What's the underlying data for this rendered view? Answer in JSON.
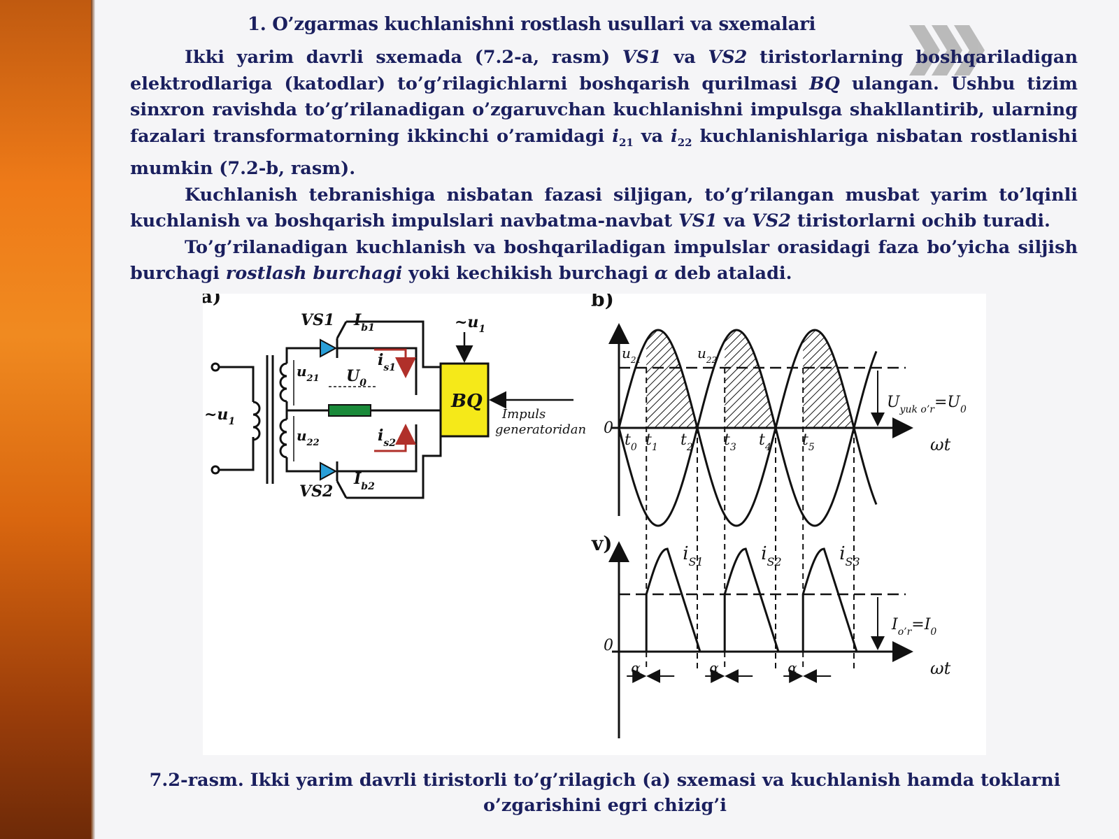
{
  "title": "1. O’zgarmas kuchlanishni rostlash usullari va sxemalari",
  "paragraphs": {
    "p1": {
      "a": "Ikki yarim davrli sxemada (7.2-a, rasm) ",
      "vs1": "VS1",
      "b": " va ",
      "vs2": "VS2",
      "c": " tiristorlarning boshqariladigan elektrodlariga (katodlar) to’g’rilagichlarni boshqarish qurilmasi ",
      "bq": "BQ",
      "d": " ulangan. Ushbu tizim sinxron ravishda to’g’rilanadigan o’zgaruvchan kuchlanishni impulsga shakllantirib, ularning fazalari transformatorning ikkinchi o’ramidagi ",
      "i": "i",
      "s21": "21",
      "e": " va ",
      "s22": "22",
      "f": " kuchlanishlariga nisbatan rostlanishi mumkin (7.2-b, rasm)."
    },
    "p2": {
      "a": "Kuchlanish tebranishiga nisbatan fazasi siljigan, to’g’rilangan musbat yarim to’lqinli kuchlanish va boshqarish impulslari navbatma-navbat ",
      "vs1": "VS1",
      "b": " va ",
      "vs2": "VS2",
      "c": " tiristorlarni ochib turadi."
    },
    "p3": {
      "a": "To’g’rilanadigan kuchlanish va boshqariladigan impulslar orasidagi faza bo’yicha siljish burchagi ",
      "em": "rostlash burchagi",
      "b": " yoki kechikish burchagi ",
      "alpha": "α",
      "c": " deb ataladi."
    }
  },
  "figure": {
    "label_a": "a)",
    "label_b": "b)",
    "label_v": "v)",
    "circuit": {
      "vs1": "VS1",
      "vs2": "VS2",
      "ib1_main": "I",
      "ib1_sub": "b1",
      "ib2_main": "I",
      "ib2_sub": "b2",
      "is1_main": "i",
      "is1_sub": "s1",
      "is2_main": "i",
      "is2_sub": "s2",
      "u21_main": "u",
      "u21_sub": "21",
      "u22_main": "u",
      "u22_sub": "22",
      "u0_main": "U",
      "u0_sub": "0",
      "input": "~u",
      "input_sub": "1",
      "sync": "~u",
      "sync_sub": "1",
      "bq": "BQ",
      "gen_line1": "Impuls",
      "gen_line2": "generatoridan"
    },
    "voltage_plot": {
      "zero": "0",
      "u21_main": "u",
      "u21_sub": "21",
      "u22_main": "u",
      "u22_sub": "22",
      "t_labels": [
        {
          "main": "t",
          "sub": "0"
        },
        {
          "main": "t",
          "sub": "1"
        },
        {
          "main": "t",
          "sub": "2"
        },
        {
          "main": "t",
          "sub": "3"
        },
        {
          "main": "t",
          "sub": "4"
        },
        {
          "main": "t",
          "sub": "5"
        }
      ],
      "ulevel_main": "U",
      "ulevel_sub": "yuk o’r",
      "ulevel_rest": "=U",
      "ulevel_rest_sub": "0",
      "axis": "ωt"
    },
    "current_plot": {
      "zero": "0",
      "is_labels": [
        {
          "main": "i",
          "sub": "S1"
        },
        {
          "main": "i",
          "sub": "S2"
        },
        {
          "main": "i",
          "sub": "S3"
        }
      ],
      "ilevel_main": "I",
      "ilevel_sub": "o’r",
      "ilevel_rest": "=I",
      "ilevel_rest_sub": "0",
      "alpha": "α",
      "axis": "ωt"
    }
  },
  "caption": "7.2-rasm. Ikki yarim davrli tiristorli to’g’rilagich (a) sxemasi va kuchlanish hamda toklarni o’zgarishini egri chizig’i",
  "colors": {
    "text": "#1a1f5e",
    "bq_fill": "#f5e919",
    "resistor": "#1a8a3a",
    "thyristor": "#2a9fd8",
    "current_arrow": "#b0302a"
  }
}
